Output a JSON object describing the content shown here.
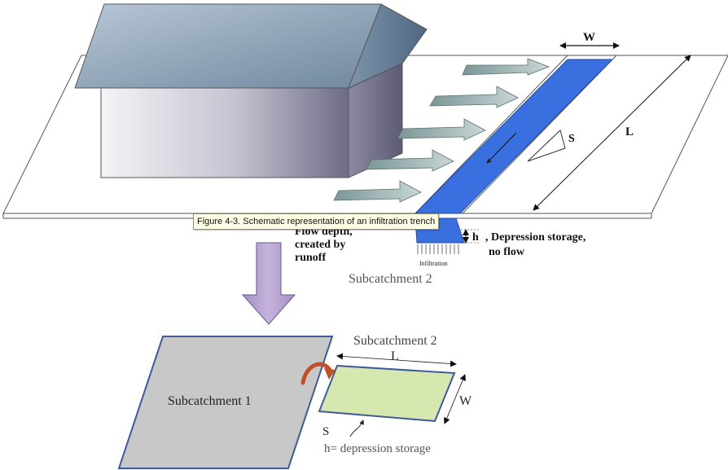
{
  "tooltip": {
    "text": "Figure 4-3. Schematic representation of an infiltration trench"
  },
  "top_diagram": {
    "width_label": "W",
    "length_label": "L",
    "slope_label": "S",
    "depth_label": "h",
    "depression_label_line1": ", Depression storage,",
    "depression_label_line2": "no flow",
    "flow_label_line1": "Flow depth,",
    "flow_label_line2": "created by",
    "flow_label_line3": "runoff",
    "infiltration_label": "Infiltration",
    "subcatchment_label": "Subcatchment 2"
  },
  "bottom_diagram": {
    "subcatchment1_label": "Subcatchment 1",
    "subcatchment2_label": "Subcatchment 2",
    "length_label": "L",
    "width_label": "W",
    "slope_label": "S",
    "depression_label": "h= depression storage"
  },
  "colors": {
    "trench_blue": "#3a6fe0",
    "roof": "#8ea6bd",
    "arrow_fill": "#9fb4b4",
    "down_arrow": "#b7a3cf",
    "subcatchment1_fill": "#c8c8c8",
    "subcatchment2_fill": "#d6e8b0",
    "outline_blue": "#3e5a9a",
    "curved_arrow": "#c0502a"
  }
}
